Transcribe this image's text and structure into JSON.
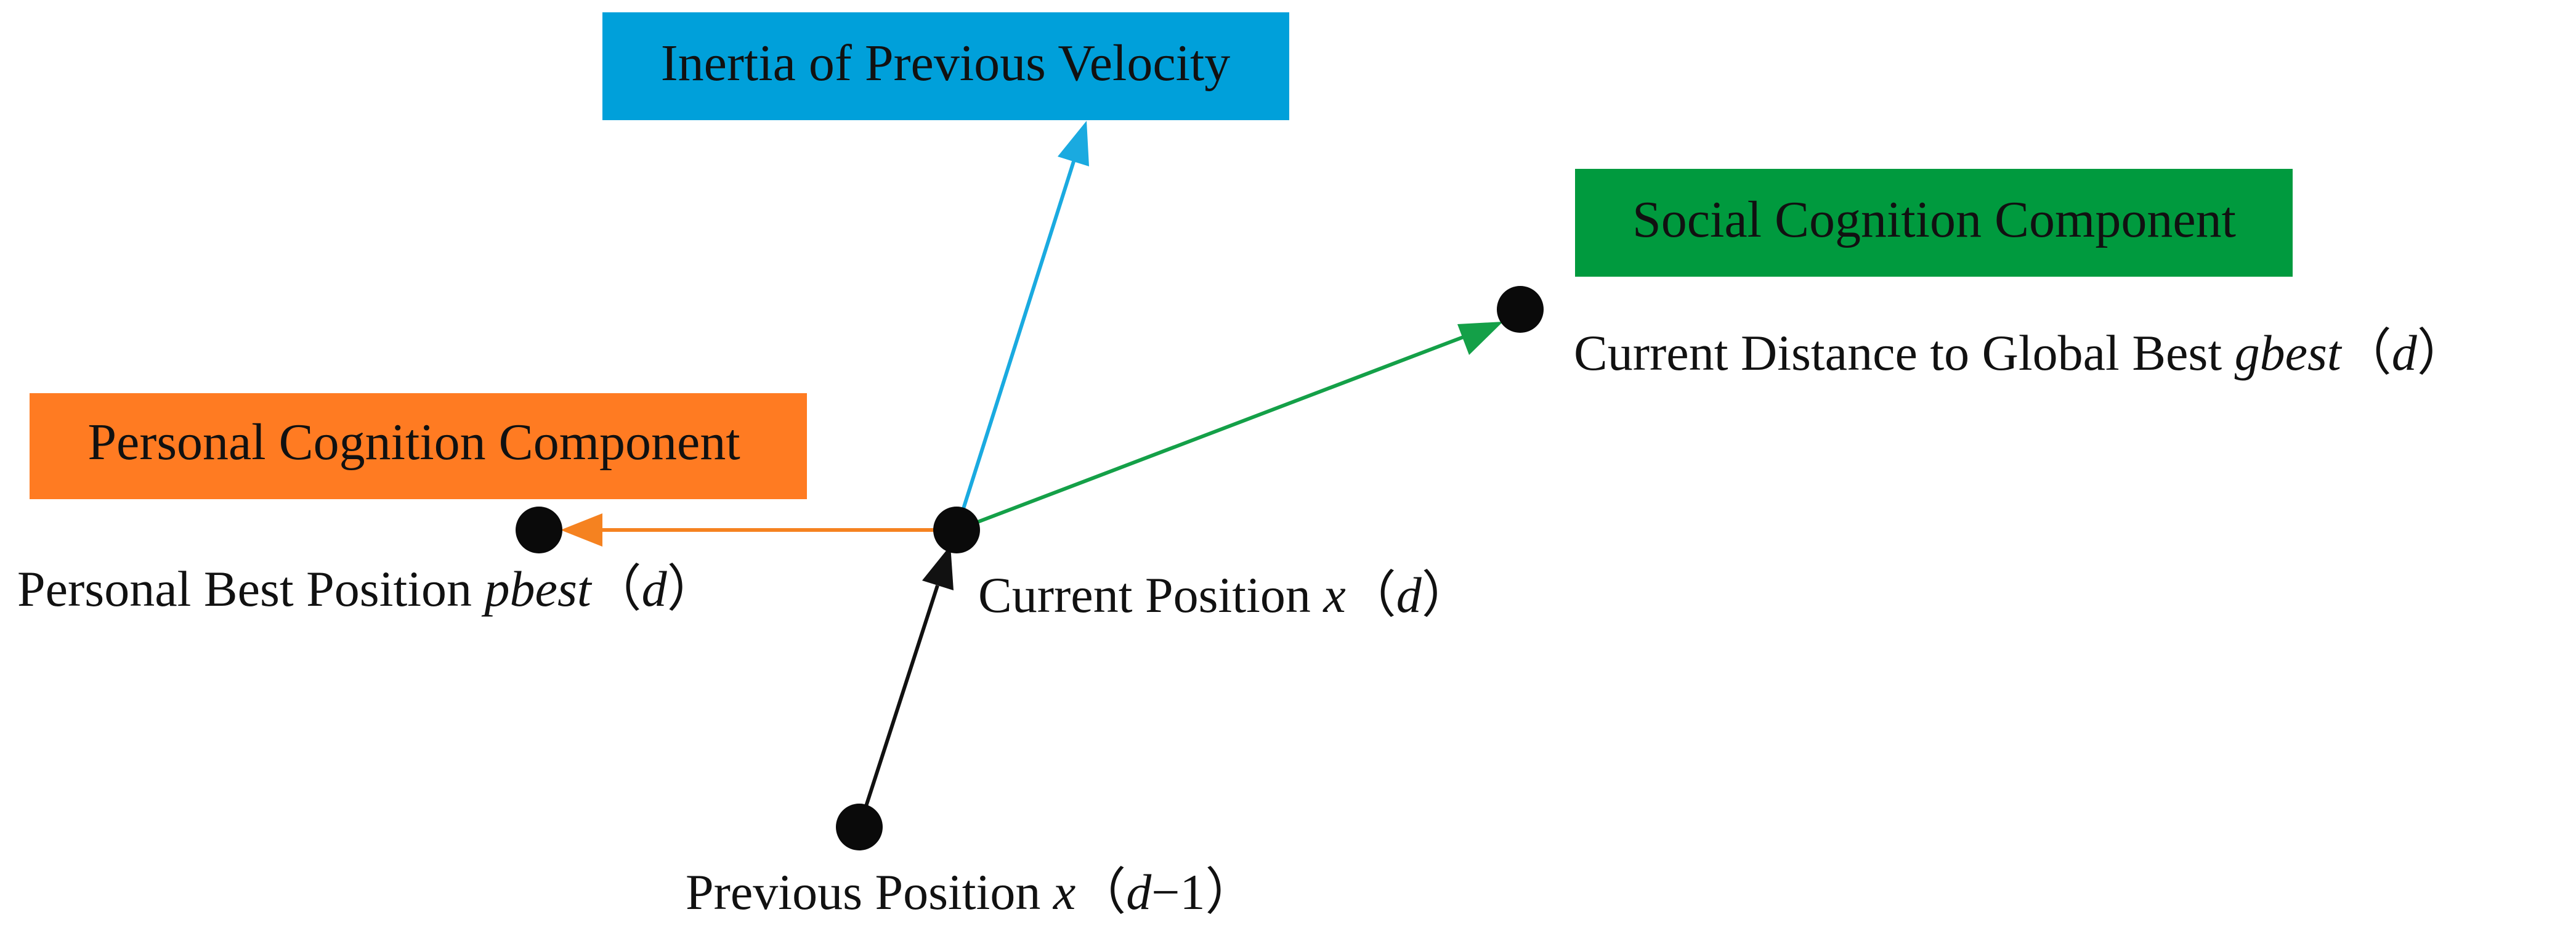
{
  "boxes": {
    "inertia": {
      "text": "Inertia of Previous Velocity",
      "color": "#00A0DA"
    },
    "social": {
      "text": "Social Cognition Component",
      "color": "#009A3E"
    },
    "personal": {
      "text": "Personal Cognition Component",
      "color": "#FF7B22"
    }
  },
  "points": {
    "global_best": {
      "label": "Current Distance to Global Best ",
      "var": "gbest",
      "paren_open": "（",
      "arg": "d",
      "paren_close": "）"
    },
    "personal_best": {
      "label": "Personal Best Position ",
      "var": "pbest",
      "paren_open": "（",
      "arg": "d",
      "paren_close": "）"
    },
    "current": {
      "label": "Current Position ",
      "var": "x",
      "paren_open": "（",
      "arg": "d",
      "paren_close": "）"
    },
    "previous": {
      "label": "Previous Position ",
      "var": "x",
      "paren_open": "（",
      "arg": "d",
      "minus": "−",
      "one": "1",
      "paren_close": "）"
    }
  },
  "colors": {
    "inertia_arrow": "#1AAAE0",
    "social_arrow": "#14A048",
    "personal_arrow": "#F58220",
    "previous_arrow": "#111111",
    "dot": "#0A0A0A"
  }
}
